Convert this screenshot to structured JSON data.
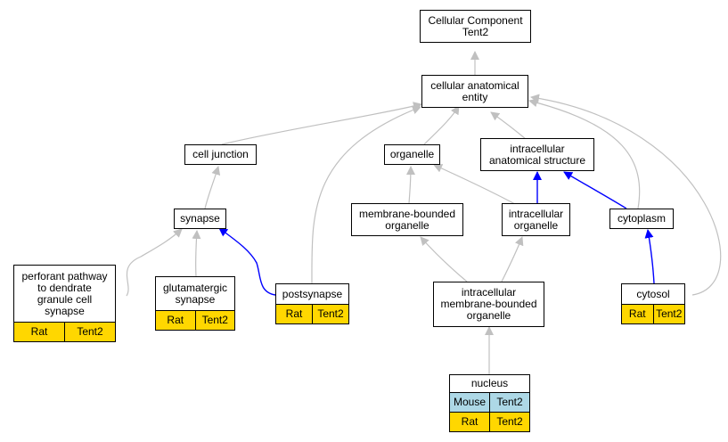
{
  "nodes": {
    "root": {
      "label": "Cellular Component\nTent2"
    },
    "cae": {
      "label": "cellular anatomical\nentity"
    },
    "cell_junction": {
      "label": "cell junction"
    },
    "organelle": {
      "label": "organelle"
    },
    "ias": {
      "label": "intracellular\nanatomical structure"
    },
    "synapse": {
      "label": "synapse"
    },
    "mbo": {
      "label": "membrane-bounded\norganelle"
    },
    "io": {
      "label": "intracellular\norganelle"
    },
    "cytoplasm": {
      "label": "cytoplasm"
    },
    "perforant": {
      "label": "perforant pathway\nto dendrate\ngranule cell\nsynapse",
      "rows": [
        [
          "Rat",
          "Tent2"
        ]
      ]
    },
    "glutamatergic": {
      "label": "glutamatergic\nsynapse",
      "rows": [
        [
          "Rat",
          "Tent2"
        ]
      ]
    },
    "postsynapse": {
      "label": "postsynapse",
      "rows": [
        [
          "Rat",
          "Tent2"
        ]
      ]
    },
    "imbo": {
      "label": "intracellular\nmembrane-bounded\norganelle"
    },
    "cytosol": {
      "label": "cytosol",
      "rows": [
        [
          "Rat",
          "Tent2"
        ]
      ]
    },
    "nucleus": {
      "label": "nucleus",
      "rows": [
        [
          "Mouse",
          "Tent2"
        ],
        [
          "Rat",
          "Tent2"
        ]
      ]
    }
  },
  "colors": {
    "edge_gray": "#c0c0c0",
    "edge_blue": "#0000ff",
    "rat": "#ffd700",
    "mouse": "#add8e6"
  }
}
